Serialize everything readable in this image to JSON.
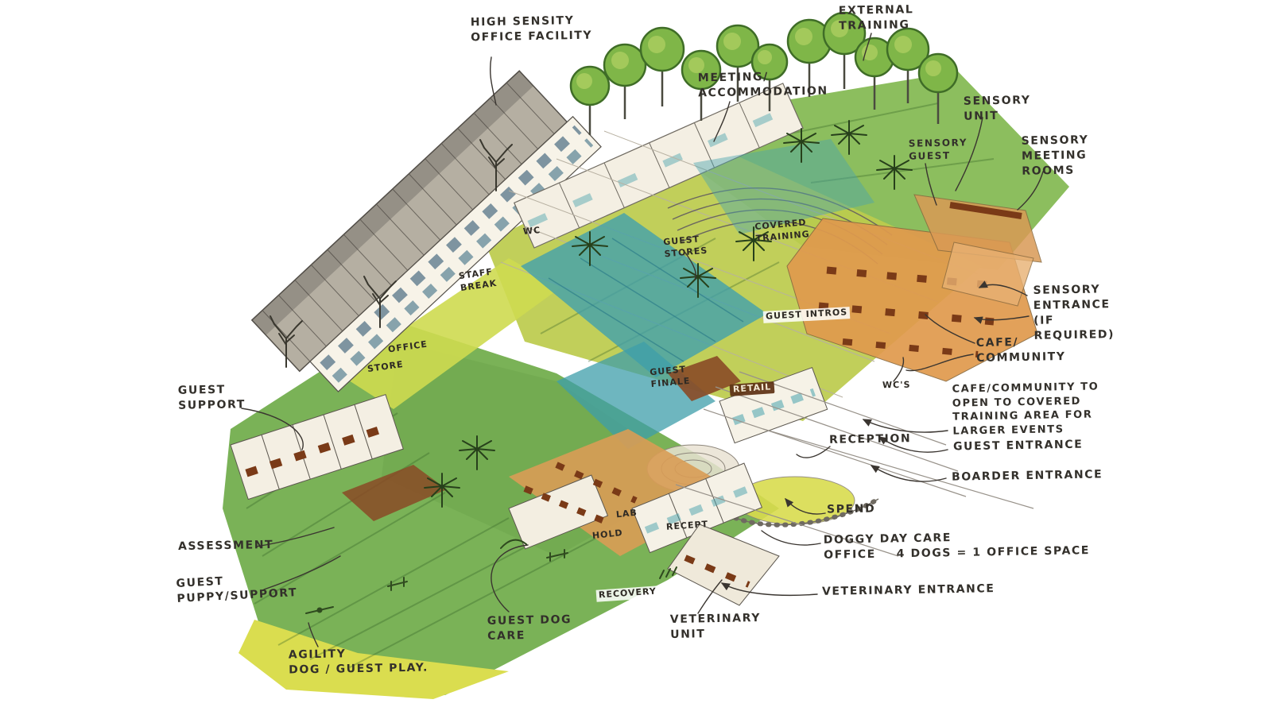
{
  "diagram": {
    "kind": "hand-drawn axonometric masterplan sketch",
    "palette": {
      "lawn": "#7AB257",
      "lawn_light": "#9CC25B",
      "highlight_yellow": "#D9DC4E",
      "training_field": "#BCCB4D",
      "water_teal": "#41A0AC",
      "terrace_orange": "#E09A4D",
      "timber_brown": "#8A4A26",
      "roof_grey": "#B5AFA2",
      "wall_cream": "#F6F2E7",
      "ink": "#33302B"
    },
    "callouts": {
      "high_sensity_office": {
        "text": "HIGH SENSITY\nOFFICE FACILITY"
      },
      "external_training": {
        "text": "EXTERNAL\nTRAINING"
      },
      "meeting_accommodation": {
        "text": "MEETING/\nACCOMMODATION"
      },
      "sensory_unit": {
        "text": "SENSORY\nUNIT"
      },
      "sensory_guest": {
        "text": "SENSORY\nGUEST"
      },
      "sensory_meeting_rooms": {
        "text": "SENSORY\nMEETING\nROOMS"
      },
      "sensory_entrance": {
        "text": "SENSORY\nENTRANCE\n(IF\nREQUIRED)"
      },
      "cafe_community": {
        "text": "CAFE/\nCOMMUNITY"
      },
      "cafe_community_note": {
        "text": "CAFE/COMMUNITY TO\nOPEN TO COVERED\nTRAINING AREA FOR\nLARGER EVENTS"
      },
      "guest_entrance": {
        "text": "GUEST ENTRANCE"
      },
      "boarder_entrance": {
        "text": "BOARDER ENTRANCE"
      },
      "reception": {
        "text": "RECEPTION"
      },
      "spend": {
        "text": "SPEND"
      },
      "doggy_day_care": {
        "text": "DOGGY DAY CARE\nOFFICE    4 DOGS = 1 OFFICE SPACE"
      },
      "veterinary_entrance": {
        "text": "VETERINARY ENTRANCE"
      },
      "veterinary_unit": {
        "text": "VETERINARY\nUNIT"
      },
      "guest_dog_care": {
        "text": "GUEST DOG\nCARE"
      },
      "agility_play": {
        "text": "AGILITY\nDOG / GUEST PLAY."
      },
      "guest_puppy_support": {
        "text": "GUEST\nPUPPY/SUPPORT"
      },
      "assessment": {
        "text": "ASSESSMENT"
      },
      "guest_support": {
        "text": "GUEST\nSUPPORT"
      }
    },
    "plan_labels": {
      "staff_break": {
        "text": "STAFF\nBREAK"
      },
      "wc_upper": {
        "text": "WC"
      },
      "office": {
        "text": "OFFICE"
      },
      "store": {
        "text": "STORE"
      },
      "guest_stores": {
        "text": "GUEST\nSTORES"
      },
      "covered_training": {
        "text": "COVERED\nTRAINING"
      },
      "guest_finale": {
        "text": "GUEST\nFINALE"
      },
      "retail": {
        "text": "RETAIL"
      },
      "guest_intros": {
        "text": "GUEST INTROS"
      },
      "lab": {
        "text": "LAB"
      },
      "hold": {
        "text": "HOLD"
      },
      "recept": {
        "text": "RECEPT"
      },
      "recovery": {
        "text": "RECOVERY"
      },
      "wc_cafe": {
        "text": "WC'S"
      }
    }
  }
}
